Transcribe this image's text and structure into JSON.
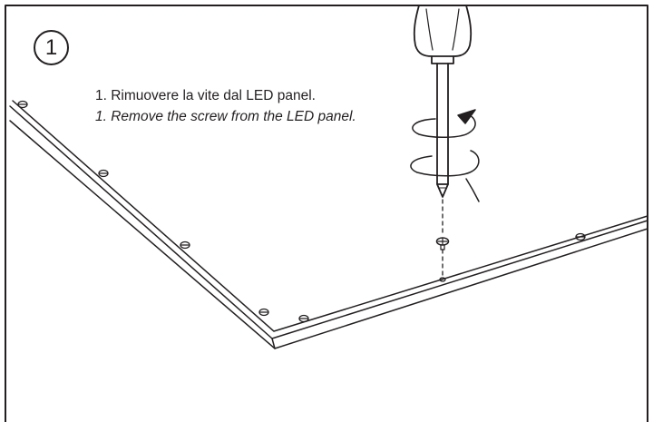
{
  "step": {
    "number": "1"
  },
  "instructions": {
    "italian": "1. Rimuovere la vite dal LED panel.",
    "english": "1. Remove the screw from the LED panel."
  },
  "colors": {
    "line": "#231f20",
    "background": "#ffffff"
  },
  "icons": [
    "screwdriver-icon",
    "rotation-arrow-icon",
    "screw-icon"
  ]
}
